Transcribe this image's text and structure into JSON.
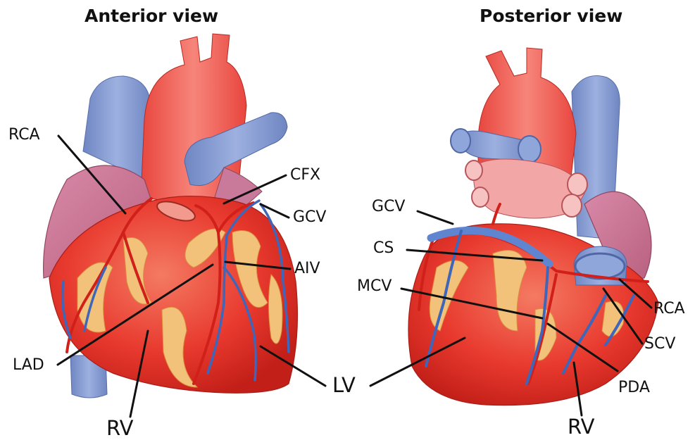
{
  "titles": {
    "anterior": "Anterior view",
    "posterior": "Posterior view"
  },
  "anterior_labels": {
    "rca": "RCA",
    "cfx": "CFX",
    "gcv": "GCV",
    "aiv": "AIV",
    "lad": "LAD",
    "lv": "LV",
    "rv": "RV"
  },
  "posterior_labels": {
    "gcv": "GCV",
    "cs": "CS",
    "mcv": "MCV",
    "rca": "RCA",
    "scv": "SCV",
    "pda": "PDA",
    "rv": "RV"
  },
  "colors": {
    "myocardium": "#e8392e",
    "myocardium_dark": "#c9221c",
    "atrium": "#c97a9a",
    "vein": "#7a93cc",
    "vein_dark": "#3f66b8",
    "artery": "#d9211c",
    "fat": "#f2c27a",
    "aorta": "#f0605a",
    "outline": "#111111"
  }
}
